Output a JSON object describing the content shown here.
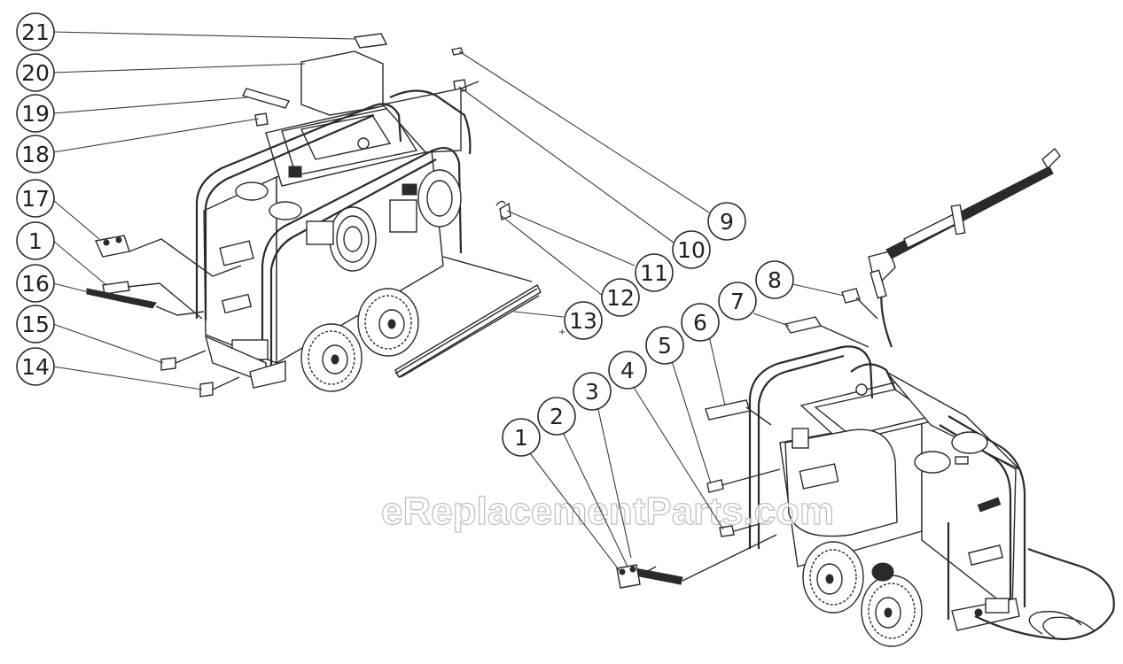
{
  "watermark": "eReplacementParts.com",
  "callouts_left": [
    {
      "id": "21",
      "label": "21"
    },
    {
      "id": "20",
      "label": "20"
    },
    {
      "id": "19",
      "label": "19"
    },
    {
      "id": "18",
      "label": "18"
    },
    {
      "id": "17",
      "label": "17"
    },
    {
      "id": "1a",
      "label": "1"
    },
    {
      "id": "16",
      "label": "16"
    },
    {
      "id": "15",
      "label": "15"
    },
    {
      "id": "14",
      "label": "14"
    },
    {
      "id": "9",
      "label": "9"
    },
    {
      "id": "10",
      "label": "10"
    },
    {
      "id": "11",
      "label": "11"
    },
    {
      "id": "12",
      "label": "12"
    },
    {
      "id": "13",
      "label": "13"
    }
  ],
  "callouts_right": [
    {
      "id": "1b",
      "label": "1"
    },
    {
      "id": "2",
      "label": "2"
    },
    {
      "id": "3",
      "label": "3"
    },
    {
      "id": "4",
      "label": "4"
    },
    {
      "id": "5",
      "label": "5"
    },
    {
      "id": "6",
      "label": "6"
    },
    {
      "id": "7",
      "label": "7"
    },
    {
      "id": "8",
      "label": "8"
    }
  ]
}
